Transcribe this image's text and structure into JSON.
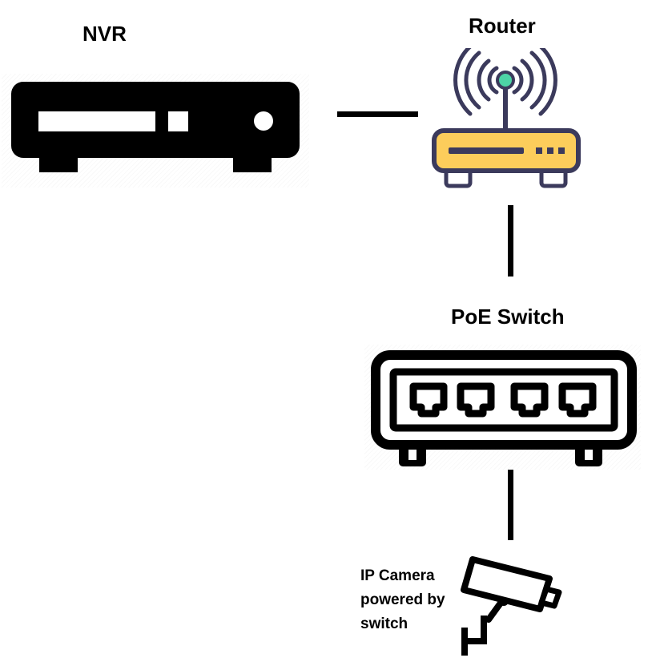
{
  "nodes": {
    "nvr": {
      "label": "NVR",
      "icon": "nvr-recorder-icon"
    },
    "router": {
      "label": "Router",
      "icon": "wifi-router-icon"
    },
    "switch": {
      "label": "PoE Switch",
      "icon": "network-switch-icon"
    },
    "camera": {
      "label_lines": [
        "IP Camera",
        "powered by",
        "switch"
      ],
      "icon": "security-camera-icon"
    }
  },
  "edges": [
    {
      "from": "nvr",
      "to": "router"
    },
    {
      "from": "router",
      "to": "switch"
    },
    {
      "from": "switch",
      "to": "camera"
    }
  ],
  "colors": {
    "ink": "#000000",
    "router_outline": "#3b3a5c",
    "router_body": "#fccd5b",
    "router_led": "#4dd4a6"
  }
}
